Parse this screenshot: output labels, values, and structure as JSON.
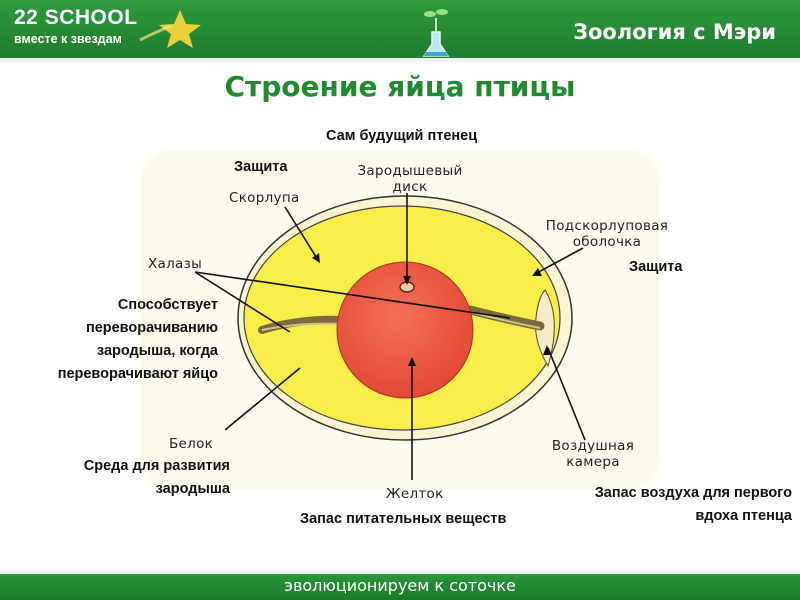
{
  "header": {
    "school_name": "22 SCHOOL",
    "school_tagline": "вместе к звездам",
    "course_title": "Зоология с Мэри",
    "colors": {
      "green": "#1f8a2e",
      "star": "#f5d23a"
    }
  },
  "title": "Строение яйца птицы",
  "diagram": {
    "labels": {
      "germinal_disc": "Зародышевый диск",
      "shell": "Скорлупа",
      "shell_membrane": "Подскорлуповая оболочка",
      "chalazae": "Халазы",
      "albumen": "Белок",
      "air_cell": "Воздушная камера",
      "yolk": "Желток"
    },
    "colors": {
      "albumen": "#f7ee4a",
      "yolk": "#ee5a45",
      "shell": "#fbf4d2",
      "air_cell": "#f6ecc4"
    }
  },
  "notes": {
    "germinal_disc_role": "Сам будущий птенец",
    "shell_role": "Защита",
    "membrane_role": "Защита",
    "chalazae_role": [
      "Способствует",
      "переворачиванию",
      "зародыша, когда",
      "переворачивают яйцо"
    ],
    "albumen_role": [
      "Среда для развития",
      "зародыша"
    ],
    "yolk_role": "Запас питательных веществ",
    "air_cell_role": [
      "Запас воздуха для первого",
      "вдоха птенца"
    ]
  },
  "footer": {
    "slogan": "эволюционируем к соточке"
  }
}
